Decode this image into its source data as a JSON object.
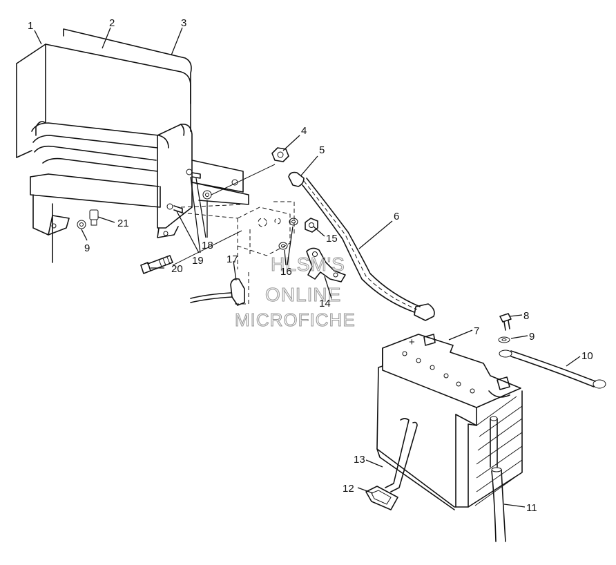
{
  "watermark": {
    "line1": "HLSM'S",
    "line2": "ONLINE",
    "line3": "MICROFICHE"
  },
  "battery_terminal_symbol": "+",
  "callouts": [
    {
      "id": "1",
      "label": "1"
    },
    {
      "id": "2",
      "label": "2"
    },
    {
      "id": "3",
      "label": "3"
    },
    {
      "id": "4",
      "label": "4"
    },
    {
      "id": "5",
      "label": "5"
    },
    {
      "id": "6",
      "label": "6"
    },
    {
      "id": "7",
      "label": "7"
    },
    {
      "id": "8",
      "label": "8"
    },
    {
      "id": "9a",
      "label": "9"
    },
    {
      "id": "9b",
      "label": "9"
    },
    {
      "id": "10",
      "label": "10"
    },
    {
      "id": "11",
      "label": "11"
    },
    {
      "id": "12",
      "label": "12"
    },
    {
      "id": "13",
      "label": "13"
    },
    {
      "id": "14",
      "label": "14"
    },
    {
      "id": "15",
      "label": "15"
    },
    {
      "id": "16",
      "label": "16"
    },
    {
      "id": "17",
      "label": "17"
    },
    {
      "id": "18",
      "label": "18"
    },
    {
      "id": "19",
      "label": "19"
    },
    {
      "id": "20",
      "label": "20"
    },
    {
      "id": "21",
      "label": "21"
    }
  ]
}
